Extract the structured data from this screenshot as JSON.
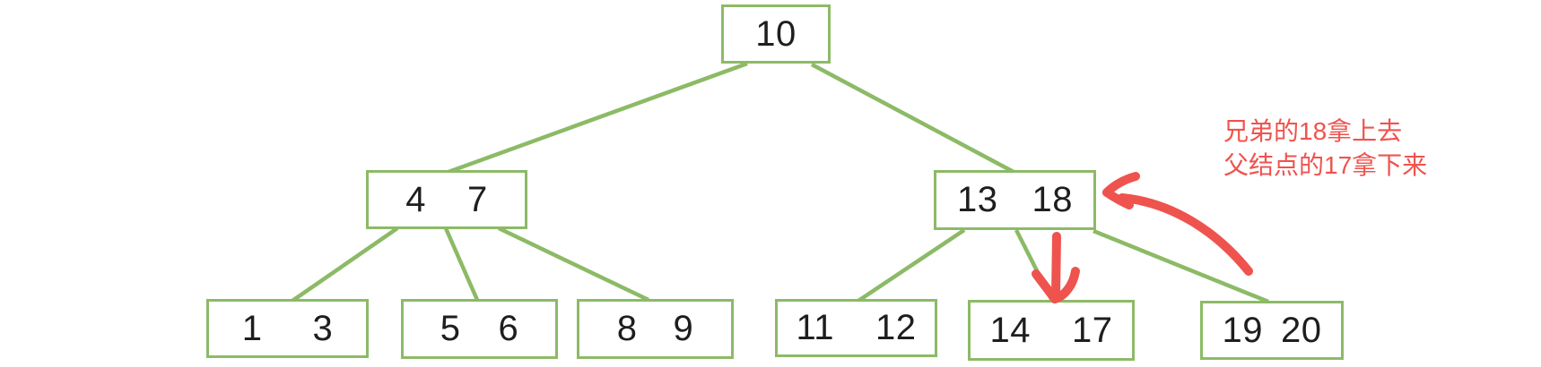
{
  "colors": {
    "green": "#8cba66",
    "red": "#ef534e",
    "ink": "#1e1e1e",
    "bg": "#ffffff"
  },
  "tree": {
    "root": {
      "keys": [
        "10"
      ]
    },
    "internal": [
      {
        "id": "4-7",
        "keys": [
          "4",
          "7"
        ]
      },
      {
        "id": "13-18",
        "keys": [
          "13",
          "18"
        ]
      }
    ],
    "leaves": [
      {
        "id": "1-3",
        "keys": [
          "1",
          "3"
        ]
      },
      {
        "id": "5-6",
        "keys": [
          "5",
          "6"
        ]
      },
      {
        "id": "8-9",
        "keys": [
          "8",
          "9"
        ]
      },
      {
        "id": "11-12",
        "keys": [
          "11",
          "12"
        ]
      },
      {
        "id": "14-17",
        "keys": [
          "14",
          "17"
        ]
      },
      {
        "id": "19-20",
        "keys": [
          "19",
          "20"
        ]
      }
    ]
  },
  "annotation": {
    "line1": "兄弟的18拿上去",
    "line2": "父结点的17拿下来"
  }
}
